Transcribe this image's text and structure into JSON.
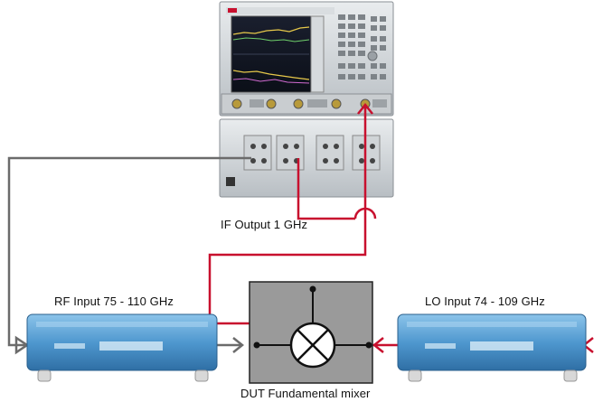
{
  "labels": {
    "if_output": "IF Output 1 GHz",
    "rf_input": "RF Input 75 - 110 GHz",
    "lo_input": "LO Input 74 - 109 GHz",
    "dut": "DUT Fundamental mixer"
  },
  "colors": {
    "rf_path": "#6b6b6b",
    "lo_path": "#c8102e",
    "if_path": "#c8102e",
    "module_body": "#5ea6d8",
    "dut_box": "#9a9a9a"
  }
}
